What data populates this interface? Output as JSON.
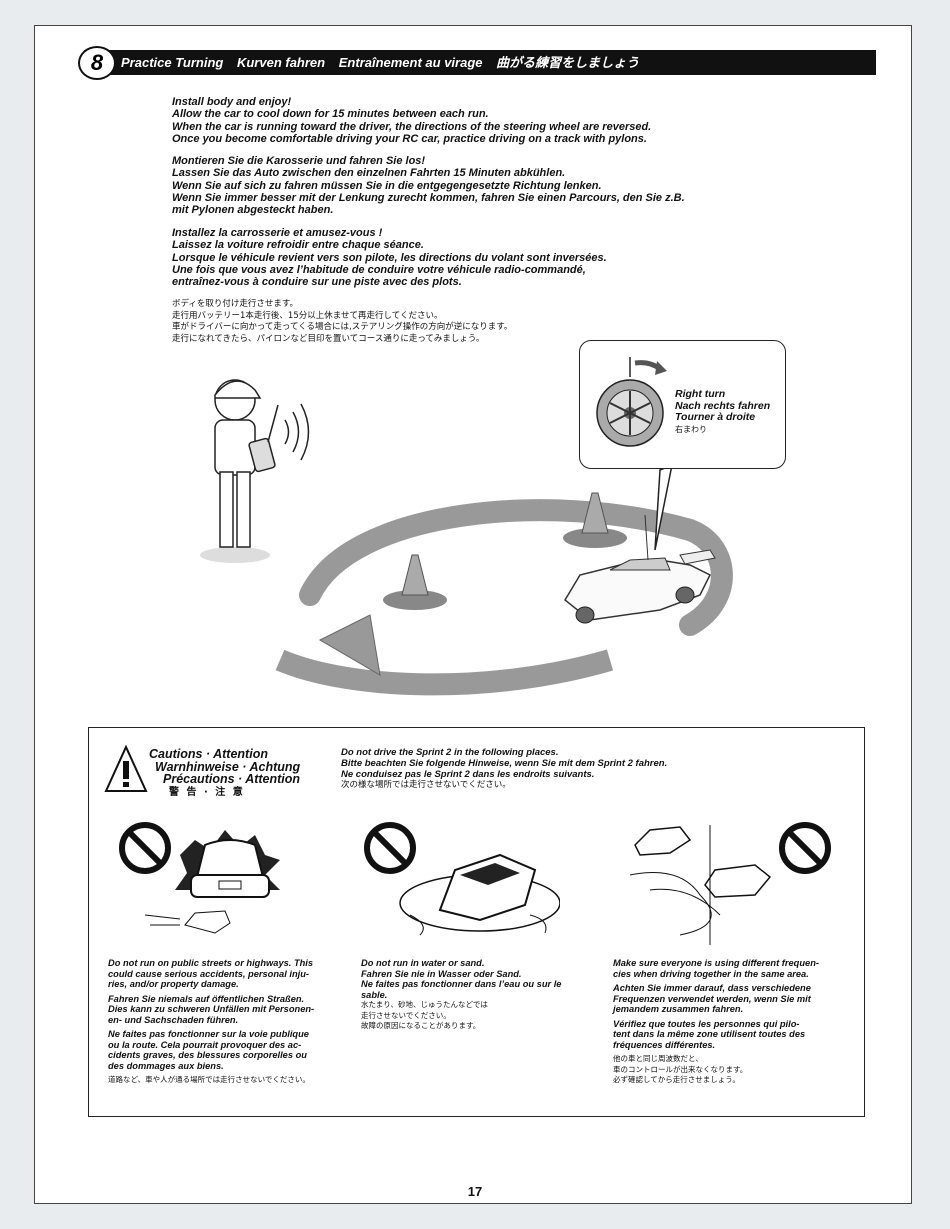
{
  "step": {
    "number": "8",
    "titles": [
      "Practice Turning",
      "Kurven fahren",
      "Entraînement au virage",
      "曲がる練習をしましょう"
    ]
  },
  "instructions": {
    "en": [
      "Install body and enjoy!",
      "Allow the car to cool down for 15 minutes between each run.",
      "When the car is running toward the driver, the directions of the steering wheel are reversed.",
      "Once you become comfortable driving your RC car, practice driving on a track with pylons."
    ],
    "de": [
      "Montieren Sie die Karosserie und fahren Sie los!",
      "Lassen Sie das Auto zwischen den einzelnen Fahrten 15 Minuten abkühlen.",
      "Wenn Sie auf sich zu fahren müssen Sie in die entgegengesetzte Richtung lenken.",
      "Wenn Sie immer besser mit der Lenkung zurecht kommen, fahren Sie einen Parcours, den Sie z.B.",
      "mit Pylonen abgesteckt haben."
    ],
    "fr": [
      "Installez la carrosserie et amusez-vous !",
      "Laissez la voiture refroidir entre chaque séance.",
      "Lorsque le véhicule revient vers son pilote, les directions du volant sont inversées.",
      "Une fois que vous avez l’habitude de conduire votre véhicule radio-commandé,",
      "entraînez-vous à conduire sur une piste avec des plots."
    ],
    "ja": [
      "ボディを取り付け走行させます。",
      "走行用バッテリー1本走行後、15分以上休ませて再走行してください。",
      "車がドライバーに向かって走ってくる場合には,ステアリング操作の方向が逆になります。",
      "走行になれてきたら、パイロンなど目印を置いてコース通りに走ってみましょう。"
    ]
  },
  "callout": {
    "lines": [
      "Right turn",
      "Nach rechts fahren",
      "Tourner à droite",
      "右まわり"
    ]
  },
  "cautions": {
    "heading": [
      "Cautions · Attention",
      "Warnhinweise · Achtung",
      "Précautions · Attention",
      "警 告 · 注 意"
    ],
    "intro": [
      "Do not drive the Sprint 2 in the following places.",
      "Bitte beachten Sie folgende Hinweise, wenn Sie mit dem Sprint 2 fahren.",
      "Ne conduisez pas le Sprint 2 dans les endroits suivants.",
      "次の様な場所では走行させないでください。"
    ],
    "col1": {
      "en": [
        "Do not run on public streets or highways. This",
        "could cause serious accidents, personal inju-",
        "ries, and/or property damage."
      ],
      "de": [
        "Fahren Sie niemals auf öffentlichen Straßen.",
        "Dies kann zu schweren Unfällen mit Personen-",
        "en- und Sachschaden führen."
      ],
      "fr": [
        "Ne faites pas fonctionner sur la voie publique",
        "ou la route. Cela pourrait provoquer des ac-",
        "cidents graves, des blessures corporelles ou",
        "des dommages aux biens."
      ],
      "ja": [
        "道路など、車や人が通る場所では走行させないでください。"
      ]
    },
    "col2": {
      "en": [
        "Do not run in water or sand."
      ],
      "de": [
        "Fahren Sie nie in Wasser oder Sand."
      ],
      "fr": [
        "Ne faites pas fonctionner dans l’eau ou sur le",
        "sable."
      ],
      "ja": [
        "水たまり、砂地、じゅうたんなどでは",
        "走行させないでください。",
        "故障の原因になることがあります。"
      ]
    },
    "col3": {
      "en": [
        "Make sure everyone is using different frequen-",
        "cies when driving together in the same area."
      ],
      "de": [
        "Achten Sie immer darauf, dass verschiedene",
        "Frequenzen verwendet werden, wenn Sie mit",
        "jemandem zusammen fahren."
      ],
      "fr": [
        "Vérifiez que toutes les personnes qui pilo-",
        "tent dans la même zone utilisent toutes des",
        "fréquences différentes."
      ],
      "ja": [
        "他の車と同じ周波数だと、",
        "車のコントロールが出来なくなります。",
        "必ず確認してから走行させましょう。"
      ]
    }
  },
  "page_number": "17"
}
